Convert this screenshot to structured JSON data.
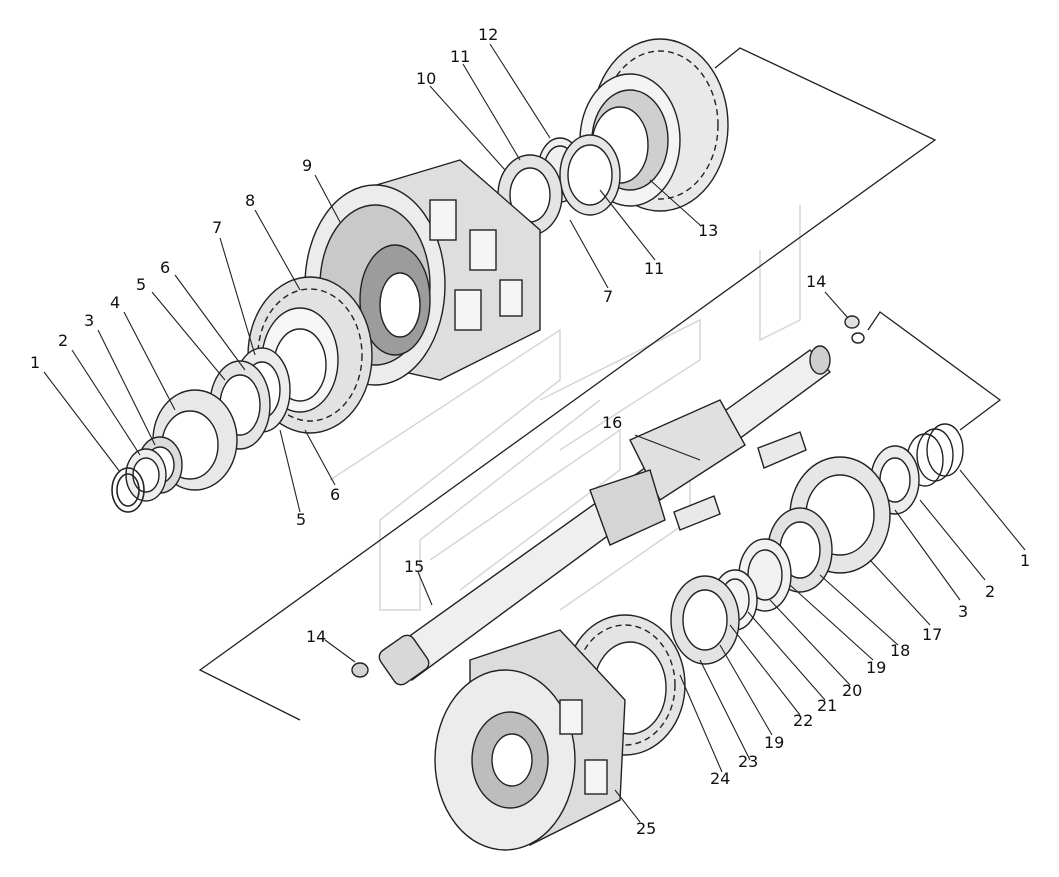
{
  "labels": {
    "l1a": "1",
    "l2a": "2",
    "l3a": "3",
    "l4": "4",
    "l5a": "5",
    "l6a": "6",
    "l7a": "7",
    "l8": "8",
    "l9": "9",
    "l10": "10",
    "l11a": "11",
    "l12": "12",
    "l13": "13",
    "l11b": "11",
    "l7b": "7",
    "l6b": "6",
    "l5b": "5",
    "l14a": "14",
    "l16": "16",
    "l1b": "1",
    "l2b": "2",
    "l3b": "3",
    "l17": "17",
    "l18": "18",
    "l19a": "19",
    "l20": "20",
    "l21": "21",
    "l22": "22",
    "l19b": "19",
    "l23": "23",
    "l24": "24",
    "l25": "25",
    "l15": "15",
    "l14b": "14"
  }
}
